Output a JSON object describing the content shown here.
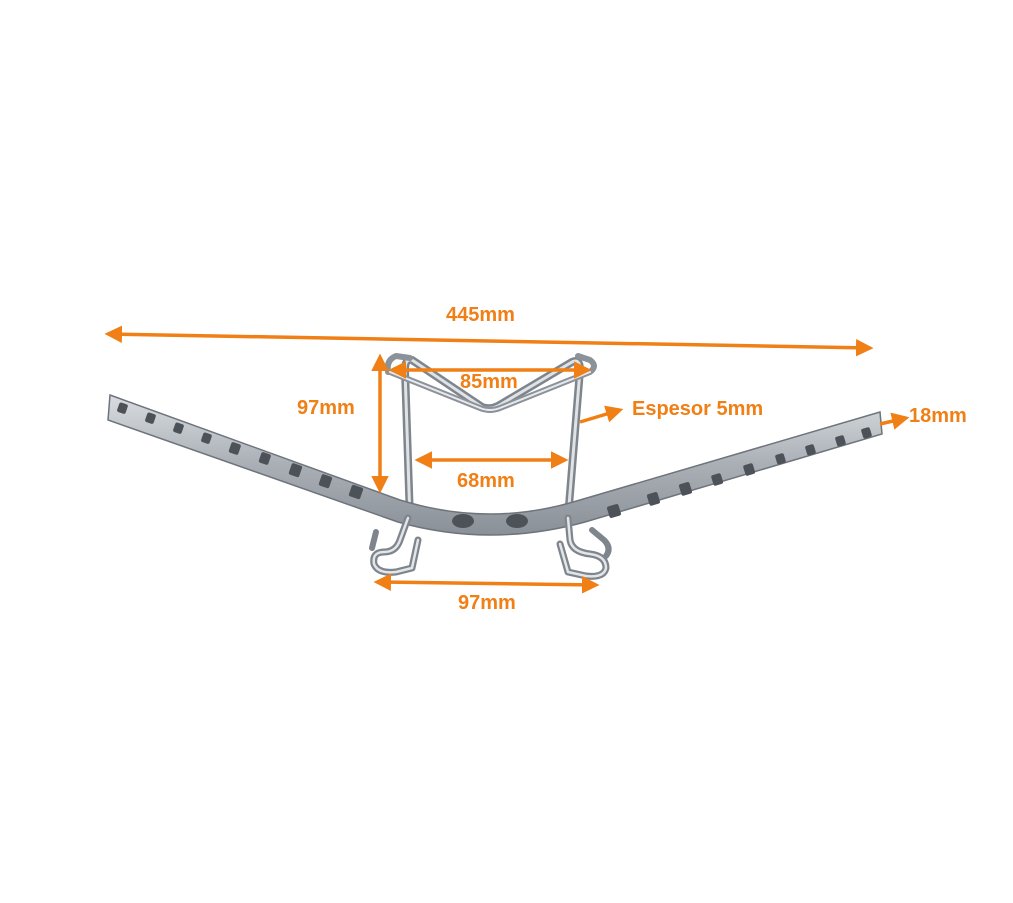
{
  "accent_color": "#f07f15",
  "metal_color": "#b9bec4",
  "dimensions": {
    "total_length": "445mm",
    "top_width": "85mm",
    "height": "97mm",
    "thickness": "Espesor 5mm",
    "inner_width": "68mm",
    "strap_width": "18mm",
    "base_width": "97mm"
  }
}
